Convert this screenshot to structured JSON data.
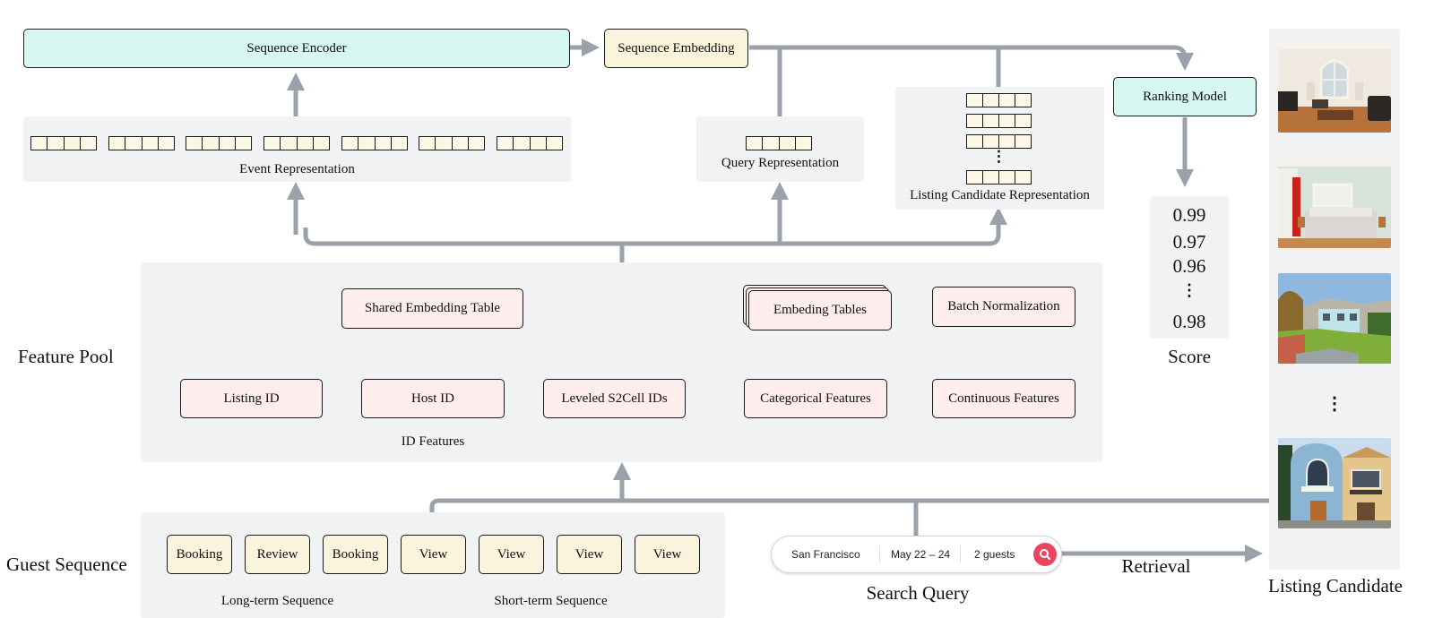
{
  "colors": {
    "connector": "#9aa1aa",
    "panel": "#f1f2f3",
    "model_box": "#d6f7f2",
    "embedding_box": "#fbf4dc",
    "feature_box": "#fdeeed",
    "search_button": "#e8475f"
  },
  "top": {
    "sequence_encoder": "Sequence Encoder",
    "sequence_embedding": "Sequence Embedding",
    "ranking_model": "Ranking Model",
    "event_representation": "Event Representation",
    "query_representation": "Query Representation",
    "candidate_representation": "Listing Candidate Representation",
    "candidate_ellipsis": "⋮"
  },
  "feature_pool": {
    "title": "Feature Pool",
    "shared_embedding_table": "Shared Embedding Table",
    "embedding_tables": "Embeding Tables",
    "batch_normalization": "Batch Normalization",
    "id_features": {
      "label": "ID Features",
      "items": [
        "Listing ID",
        "Host ID",
        "Leveled S2Cell IDs"
      ]
    },
    "categorical_features": "Categorical Features",
    "continuous_features": "Continuous Features"
  },
  "guest_sequence": {
    "title": "Guest Sequence",
    "events": [
      "Booking",
      "Review",
      "Booking",
      "View",
      "View",
      "View",
      "View"
    ],
    "long_term_label": "Long-term Sequence",
    "short_term_label": "Short-term Sequence"
  },
  "search_query": {
    "title": "Search Query",
    "location": "San Francisco",
    "dates": "May 22 – 24",
    "guests": "2 guests",
    "search_icon": "search-icon"
  },
  "retrieval_label": "Retrieval",
  "scores": {
    "title": "Score",
    "values": [
      "0.99",
      "0.97",
      "0.96",
      "⋮",
      "0.98"
    ]
  },
  "listing_candidates": {
    "title": "Listing Candidate",
    "ellipsis": "⋮",
    "photos": [
      "living-room-photo",
      "bedroom-photo",
      "backyard-photo",
      "house-exterior-photo"
    ]
  }
}
